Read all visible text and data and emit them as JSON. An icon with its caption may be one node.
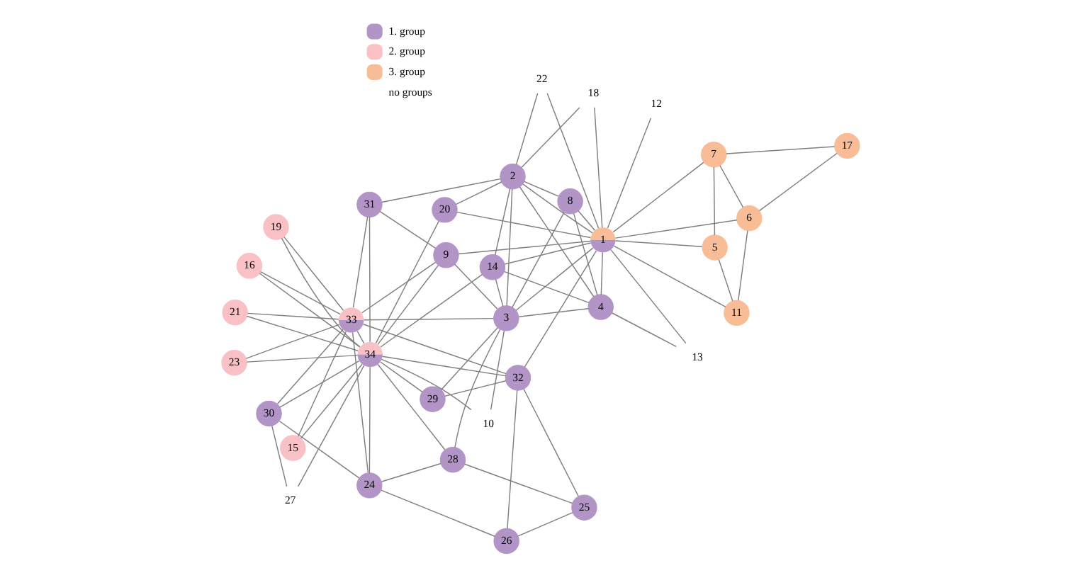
{
  "diagram": {
    "nodes": [
      {
        "text": [
          "1"
        ]
      },
      {
        "text": [
          "2"
        ]
      },
      {
        "text": [
          "3"
        ]
      },
      {
        "text": [
          "4"
        ]
      },
      {
        "text": [
          "5"
        ]
      },
      {
        "text": [
          "6"
        ]
      },
      {
        "text": [
          "7"
        ]
      },
      {
        "text": [
          "8"
        ]
      },
      {
        "text": [
          "9"
        ]
      },
      {
        "text": [
          "10"
        ]
      },
      {
        "text": [
          "11"
        ]
      },
      {
        "text": [
          "12"
        ]
      },
      {
        "text": [
          "13"
        ]
      },
      {
        "text": [
          "14"
        ]
      },
      {
        "text": [
          "15"
        ]
      },
      {
        "text": [
          "16"
        ]
      },
      {
        "text": [
          "17"
        ]
      },
      {
        "text": [
          "18"
        ]
      },
      {
        "text": [
          "19"
        ]
      },
      {
        "text": [
          "20"
        ]
      },
      {
        "text": [
          "21"
        ]
      },
      {
        "text": [
          "22"
        ]
      },
      {
        "text": [
          "23"
        ]
      },
      {
        "text": [
          "24"
        ]
      },
      {
        "text": [
          "25"
        ]
      },
      {
        "text": [
          "26"
        ]
      },
      {
        "text": [
          "27"
        ]
      },
      {
        "text": [
          "28"
        ]
      },
      {
        "text": [
          "29"
        ]
      },
      {
        "text": [
          "30"
        ]
      },
      {
        "text": [
          "31"
        ]
      },
      {
        "text": [
          "32"
        ]
      },
      {
        "text": [
          "33"
        ]
      },
      {
        "text": [
          "34"
        ]
      }
    ],
    "edges": [
      {
        "from": 0,
        "to": 1,
        "arrow": "none"
      },
      {
        "from": 0,
        "to": 2,
        "arrow": "none"
      },
      {
        "from": 0,
        "to": 3,
        "arrow": "none"
      },
      {
        "from": 0,
        "to": 4,
        "arrow": "none"
      },
      {
        "from": 0,
        "to": 5,
        "arrow": "none"
      },
      {
        "from": 0,
        "to": 6,
        "arrow": "none"
      },
      {
        "from": 0,
        "to": 7,
        "arrow": "none"
      },
      {
        "from": 0,
        "to": 8,
        "arrow": "none"
      },
      {
        "from": 0,
        "to": 10,
        "arrow": "none"
      },
      {
        "from": 0,
        "to": 11,
        "arrow": "none"
      },
      {
        "from": 0,
        "to": 12,
        "arrow": "none"
      },
      {
        "from": 0,
        "to": 13,
        "arrow": "none"
      },
      {
        "from": 0,
        "to": 17,
        "arrow": "none"
      },
      {
        "from": 0,
        "to": 19,
        "arrow": "none"
      },
      {
        "from": 0,
        "to": 21,
        "arrow": "none"
      },
      {
        "from": 0,
        "to": 31,
        "arrow": "none"
      },
      {
        "from": 1,
        "to": 2,
        "arrow": "none"
      },
      {
        "from": 1,
        "to": 3,
        "arrow": "none"
      },
      {
        "from": 1,
        "to": 7,
        "arrow": "none"
      },
      {
        "from": 1,
        "to": 13,
        "arrow": "none"
      },
      {
        "from": 1,
        "to": 17,
        "arrow": "none"
      },
      {
        "from": 1,
        "to": 19,
        "arrow": "none"
      },
      {
        "from": 1,
        "to": 21,
        "arrow": "none"
      },
      {
        "from": 1,
        "to": 30,
        "arrow": "none"
      },
      {
        "from": 2,
        "to": 3,
        "arrow": "none"
      },
      {
        "from": 2,
        "to": 7,
        "arrow": "none"
      },
      {
        "from": 2,
        "to": 8,
        "arrow": "none"
      },
      {
        "from": 2,
        "to": 9,
        "arrow": "none"
      },
      {
        "from": 2,
        "to": 13,
        "arrow": "none"
      },
      {
        "from": 2,
        "to": 27,
        "arrow": "none"
      },
      {
        "from": 2,
        "to": 28,
        "arrow": "none"
      },
      {
        "from": 2,
        "to": 32,
        "arrow": "none"
      },
      {
        "from": 3,
        "to": 7,
        "arrow": "none"
      },
      {
        "from": 3,
        "to": 12,
        "arrow": "none"
      },
      {
        "from": 3,
        "to": 13,
        "arrow": "none"
      },
      {
        "from": 4,
        "to": 6,
        "arrow": "none"
      },
      {
        "from": 4,
        "to": 10,
        "arrow": "none"
      },
      {
        "from": 5,
        "to": 6,
        "arrow": "none"
      },
      {
        "from": 5,
        "to": 10,
        "arrow": "none"
      },
      {
        "from": 5,
        "to": 16,
        "arrow": "none"
      },
      {
        "from": 6,
        "to": 16,
        "arrow": "none"
      },
      {
        "from": 8,
        "to": 30,
        "arrow": "none"
      },
      {
        "from": 8,
        "to": 32,
        "arrow": "none"
      },
      {
        "from": 8,
        "to": 33,
        "arrow": "none"
      },
      {
        "from": 9,
        "to": 33,
        "arrow": "none"
      },
      {
        "from": 13,
        "to": 33,
        "arrow": "none"
      },
      {
        "from": 14,
        "to": 32,
        "arrow": "none"
      },
      {
        "from": 14,
        "to": 33,
        "arrow": "none"
      },
      {
        "from": 15,
        "to": 32,
        "arrow": "none"
      },
      {
        "from": 15,
        "to": 33,
        "arrow": "none"
      },
      {
        "from": 18,
        "to": 32,
        "arrow": "none"
      },
      {
        "from": 18,
        "to": 33,
        "arrow": "none"
      },
      {
        "from": 19,
        "to": 33,
        "arrow": "none"
      },
      {
        "from": 20,
        "to": 32,
        "arrow": "none"
      },
      {
        "from": 20,
        "to": 33,
        "arrow": "none"
      },
      {
        "from": 22,
        "to": 32,
        "arrow": "none"
      },
      {
        "from": 22,
        "to": 33,
        "arrow": "none"
      },
      {
        "from": 23,
        "to": 25,
        "arrow": "none"
      },
      {
        "from": 23,
        "to": 27,
        "arrow": "none"
      },
      {
        "from": 23,
        "to": 29,
        "arrow": "none"
      },
      {
        "from": 23,
        "to": 32,
        "arrow": "none"
      },
      {
        "from": 23,
        "to": 33,
        "arrow": "none"
      },
      {
        "from": 24,
        "to": 25,
        "arrow": "none"
      },
      {
        "from": 24,
        "to": 27,
        "arrow": "none"
      },
      {
        "from": 24,
        "to": 31,
        "arrow": "none"
      },
      {
        "from": 25,
        "to": 31,
        "arrow": "none"
      },
      {
        "from": 26,
        "to": 29,
        "arrow": "none"
      },
      {
        "from": 26,
        "to": 33,
        "arrow": "none"
      },
      {
        "from": 27,
        "to": 33,
        "arrow": "none"
      },
      {
        "from": 28,
        "to": 31,
        "arrow": "none"
      },
      {
        "from": 28,
        "to": 33,
        "arrow": "none"
      },
      {
        "from": 29,
        "to": 32,
        "arrow": "none"
      },
      {
        "from": 29,
        "to": 33,
        "arrow": "none"
      },
      {
        "from": 30,
        "to": 32,
        "arrow": "none"
      },
      {
        "from": 30,
        "to": 33,
        "arrow": "none"
      },
      {
        "from": 31,
        "to": 32,
        "arrow": "none"
      },
      {
        "from": 31,
        "to": 33,
        "arrow": "none"
      },
      {
        "from": 32,
        "to": 33,
        "arrow": "none"
      }
    ],
    "legend": [
      {
        "text": "1. group",
        "color": "#b294c7"
      },
      {
        "text": "2. group",
        "color": "#f9c0c6"
      },
      {
        "text": "3. group",
        "color": "#f8bd96"
      },
      {
        "text": "no groups"
      }
    ]
  }
}
